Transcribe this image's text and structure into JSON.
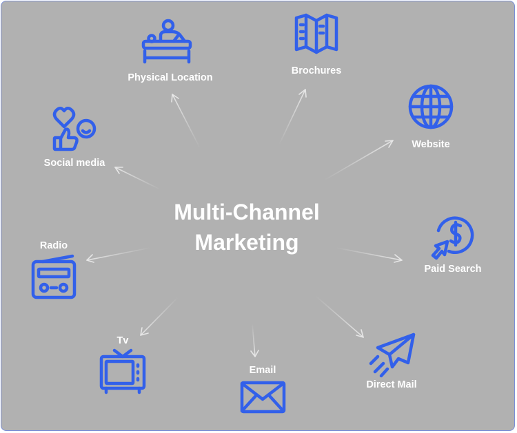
{
  "center": {
    "line1": "Multi-Channel",
    "line2": "Marketing"
  },
  "channels": {
    "physical_location": "Physical Location",
    "brochures": "Brochures",
    "website": "Website",
    "social_media": "Social media",
    "radio": "Radio",
    "paid_search": "Paid Search",
    "tv": "Tv",
    "email": "Email",
    "direct_mail": "Direct Mail"
  },
  "icons": {
    "physical_location": "massage-therapy-icon",
    "brochures": "brochure-icon",
    "website": "globe-icon",
    "social_media": "likes-reactions-icon",
    "radio": "radio-icon",
    "paid_search": "paid-click-icon",
    "tv": "television-icon",
    "email": "envelope-icon",
    "direct_mail": "paper-plane-icon"
  },
  "colors": {
    "background": "#b1b1b1",
    "icon": "#3260ea",
    "text": "#ffffff",
    "arrow": "#e6e6e6"
  }
}
